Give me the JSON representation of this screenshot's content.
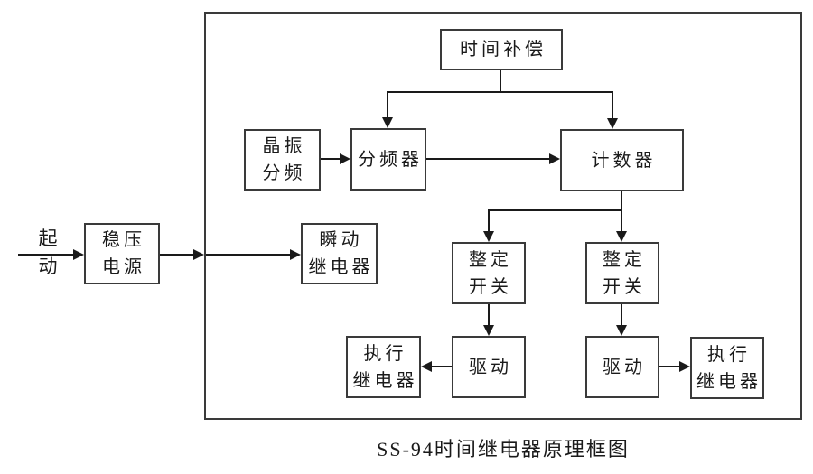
{
  "diagram": {
    "caption": "SS-94时间继电器原理框图",
    "nodes": {
      "time_compensation": {
        "label": "时间补偿"
      },
      "crystal_divider": {
        "line1": "晶振",
        "line2": "分频"
      },
      "frequency_divider": {
        "label": "分频器"
      },
      "counter": {
        "label": "计数器"
      },
      "regulated_power": {
        "line1": "稳压",
        "line2": "电源"
      },
      "instant_relay": {
        "line1": "瞬动",
        "line2": "继电器"
      },
      "setting_switch": {
        "line1": "整定",
        "line2": "开关"
      },
      "drive": {
        "label": "驱动"
      },
      "exec_relay": {
        "line1": "执行",
        "line2": "继电器"
      },
      "start": {
        "line1": "起",
        "line2": "动"
      }
    },
    "colors": {
      "line": "#1a1a1a",
      "border": "#3a3a3a",
      "background": "#ffffff"
    }
  }
}
